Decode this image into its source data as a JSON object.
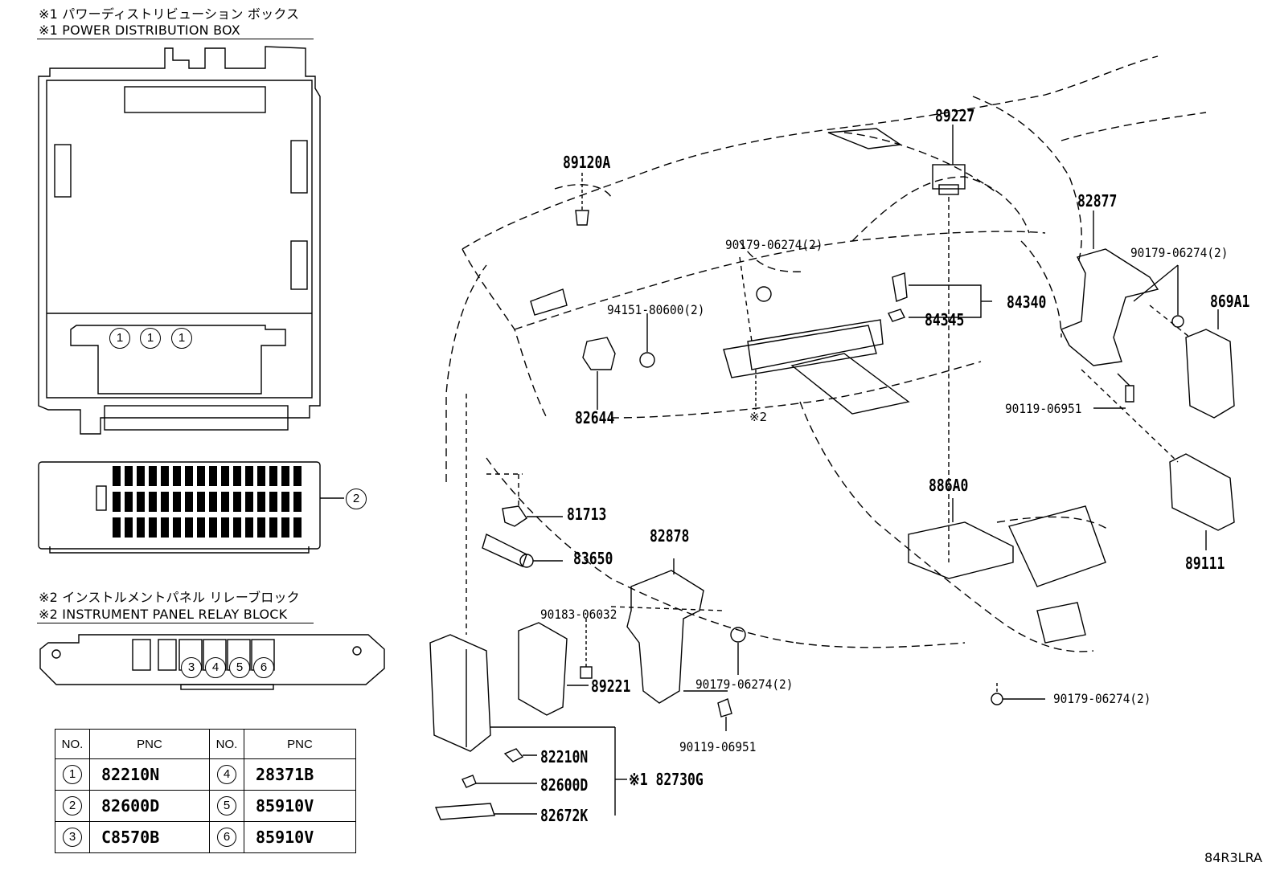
{
  "titles": {
    "pdb_jp": "※1 パワーディストリビューション ボックス",
    "pdb_en": "※1 POWER DISTRIBUTION BOX",
    "iprb_jp": "※2 インストルメントパネル リレーブロック",
    "iprb_en": "※2 INSTRUMENT PANEL RELAY BLOCK"
  },
  "box_markers": {
    "pdb_fuse_a": "1",
    "pdb_fuse_b": "1",
    "pdb_fuse_c": "1",
    "pdb_side": "2",
    "relay_3": "3",
    "relay_4": "4",
    "relay_5": "5",
    "relay_6": "6"
  },
  "parts": {
    "p89120a": "89120A",
    "p89227": "89227",
    "p82877": "82877",
    "p90179a": "90179-06274(2)",
    "p90179b": "90179-06274(2)",
    "p94151": "94151-80600(2)",
    "p84340": "84340",
    "p84345": "84345",
    "p869a1": "869A1",
    "p82644": "82644",
    "note2": "※2",
    "p90119a": "90119-06951",
    "p81713": "81713",
    "p886a0": "886A0",
    "p82878": "82878",
    "p83650": "83650",
    "p89111": "89111",
    "p90183": "90183-06032",
    "p90179c": "90179-06274(2)",
    "p89221": "89221",
    "p90179d": "90179-06274(2)",
    "p90119b": "90119-06951",
    "p82210n": "82210N",
    "p82600d": "82600D",
    "p82730g": "※1 82730G",
    "p82672k": "82672K"
  },
  "table": {
    "headers": [
      "NO.",
      "PNC",
      "NO.",
      "PNC"
    ],
    "rows": [
      {
        "no1": "1",
        "pnc1": "82210N",
        "no2": "4",
        "pnc2": "28371B"
      },
      {
        "no1": "2",
        "pnc1": "82600D",
        "no2": "5",
        "pnc2": "85910V"
      },
      {
        "no1": "3",
        "pnc1": "C8570B",
        "no2": "6",
        "pnc2": "85910V"
      }
    ]
  },
  "image_code": "84R3LRA"
}
